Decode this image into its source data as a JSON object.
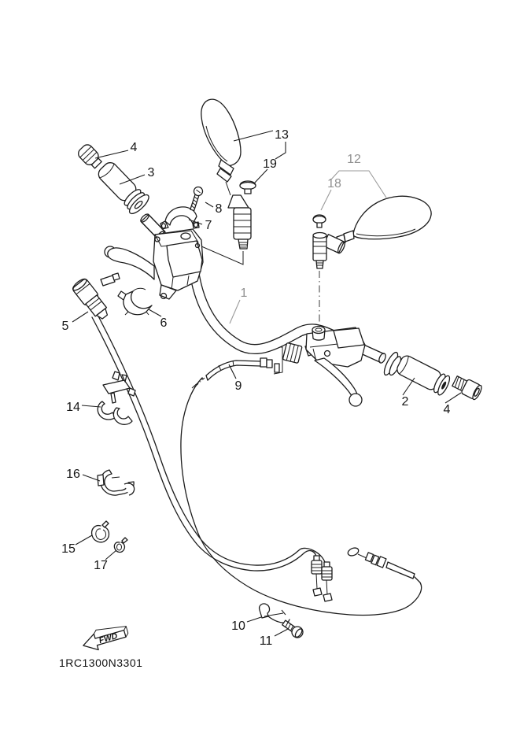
{
  "diagram": {
    "code": "1RC1300N3301",
    "fwd_label": "FWD"
  },
  "callouts": {
    "p1": "1",
    "p2": "2",
    "p3": "3",
    "p4_left": "4",
    "p4_right": "4",
    "p5": "5",
    "p6": "6",
    "p7": "7",
    "p8": "8",
    "p9": "9",
    "p10": "10",
    "p11": "11",
    "p12": "12",
    "p13": "13",
    "p14": "14",
    "p15": "15",
    "p16": "16",
    "p17": "17",
    "p18": "18",
    "p19": "19"
  }
}
